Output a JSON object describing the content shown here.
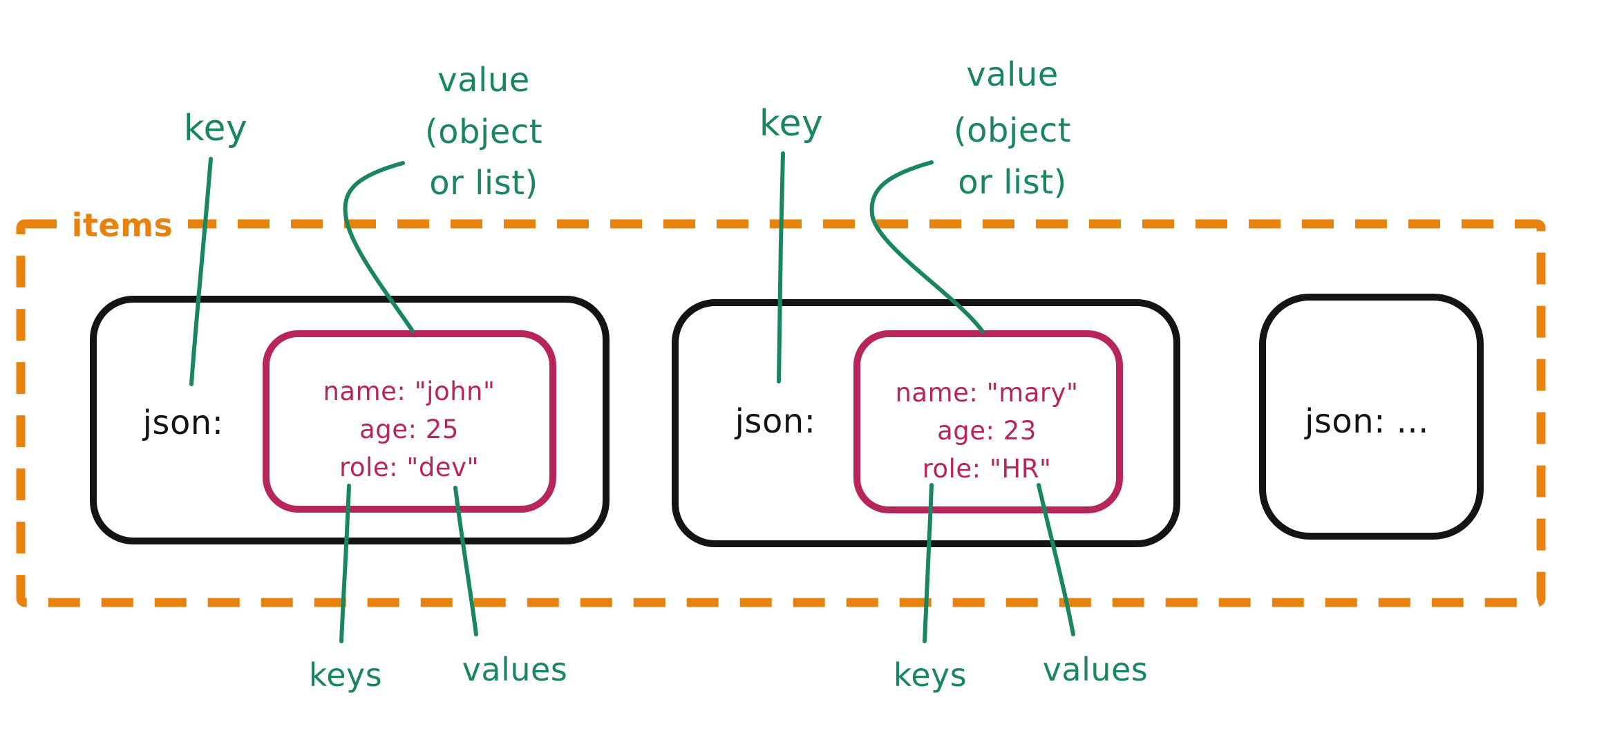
{
  "diagram": {
    "colors": {
      "green": "#1a865e",
      "orange": "#e8820f",
      "crimson": "#b7265a",
      "black": "#141414"
    },
    "items_label": "items",
    "groups": [
      {
        "key_annotation": "key",
        "value_annotation_lines": [
          "value",
          "(object",
          "or list)"
        ],
        "json_key": "json:",
        "object_fields": [
          "name: \"john\"",
          "age: 25",
          "role: \"dev\""
        ],
        "keys_annotation": "keys",
        "values_annotation": "values"
      },
      {
        "key_annotation": "key",
        "value_annotation_lines": [
          "value",
          "(object",
          "or list)"
        ],
        "json_key": "json:",
        "object_fields": [
          "name: \"mary\"",
          "age: 23",
          "role: \"HR\""
        ],
        "keys_annotation": "keys",
        "values_annotation": "values"
      }
    ],
    "ellipsis_item": {
      "label": "json:  ..."
    }
  }
}
